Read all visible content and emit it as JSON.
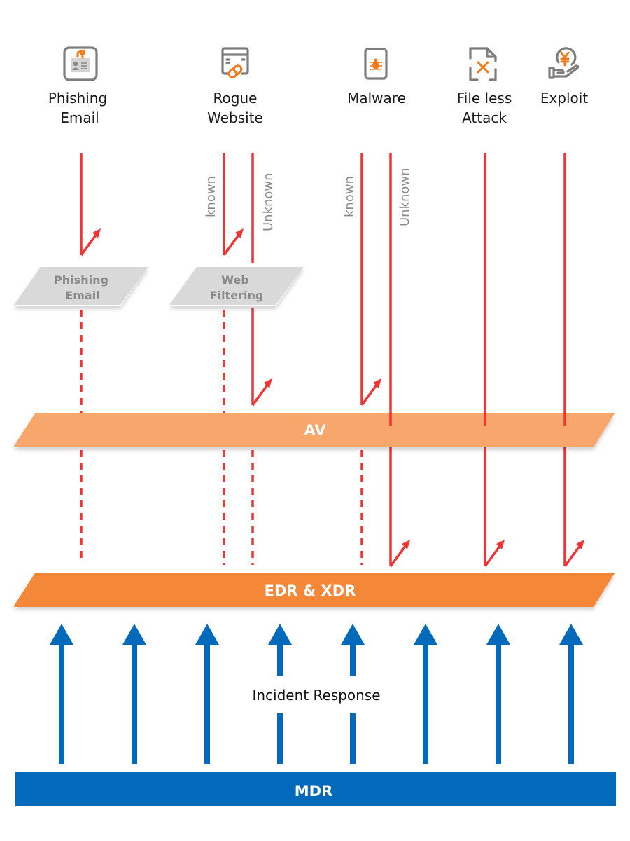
{
  "colors": {
    "threat_line": "#ee3434",
    "av_band": "#f7a66c",
    "edr_band": "#f48838",
    "mdr_band": "#0369bb",
    "mdr_arrow": "#0369bb",
    "filter_box": "#d9d9d9",
    "icon_gray": "#7d7d7d",
    "icon_accent": "#f07a1a"
  },
  "threats": [
    {
      "id": "phishing",
      "icon": "phishing-email-icon",
      "label_lines": [
        "Phishing",
        "Email"
      ]
    },
    {
      "id": "rogue",
      "icon": "rogue-website-icon",
      "label_lines": [
        "Rogue",
        "Website"
      ]
    },
    {
      "id": "malware",
      "icon": "malware-bug-icon",
      "label_lines": [
        "Malware"
      ]
    },
    {
      "id": "fileless",
      "icon": "fileless-attack-icon",
      "label_lines": [
        "File less",
        "Attack"
      ]
    },
    {
      "id": "exploit",
      "icon": "exploit-yen-hand-icon",
      "label_lines": [
        "Exploit"
      ]
    }
  ],
  "branch_labels": {
    "rogue_known": "known",
    "rogue_unknown": "Unknown",
    "malware_known": "known",
    "malware_unknown": "Unknown"
  },
  "filters": [
    {
      "id": "phishing-email-filter",
      "label_lines": [
        "Phishing",
        "Email"
      ]
    },
    {
      "id": "web-filtering",
      "label_lines": [
        "Web",
        "Filtering"
      ]
    }
  ],
  "layers": {
    "av": "AV",
    "edr": "EDR & XDR",
    "mdr": "MDR"
  },
  "incident_response": "Incident Response",
  "mdr_arrow_count": 8
}
